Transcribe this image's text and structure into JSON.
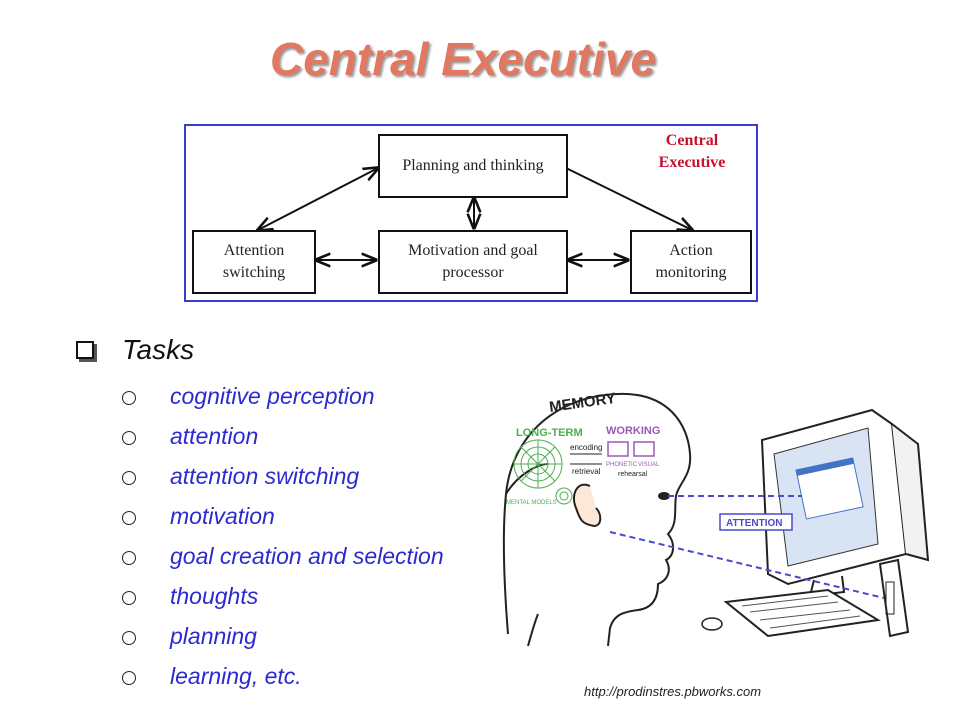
{
  "title": "Central Executive",
  "diagram": {
    "label": "Central Executive",
    "boxes": {
      "planning": "Planning and thinking",
      "attention_switching": "Attention switching",
      "motivation": "Motivation and goal processor",
      "action": "Action monitoring"
    }
  },
  "tasks": {
    "heading": "Tasks",
    "items": [
      "cognitive perception",
      "attention",
      "attention switching",
      "motivation",
      "goal creation and selection",
      "thoughts",
      "planning",
      "learning, etc."
    ]
  },
  "illustration": {
    "memory": "MEMORY",
    "long_term": "LONG-TERM",
    "working": "WORKING",
    "encoding": "encoding",
    "retrieval": "retrieval",
    "phonetic": "PHONETIC",
    "visual": "VISUAL",
    "rehearsal": "rehearsal",
    "mental_models": "MENTAL MODELS",
    "attention": "ATTENTION"
  },
  "source": "http://prodinstres.pbworks.com",
  "colors": {
    "title": "#e07862",
    "diagram_border": "#3a3ad6",
    "label_red": "#c8102e",
    "task_text": "#2a2ad0",
    "long_term_green": "#4caf50",
    "working_purple": "#9b59b6"
  }
}
